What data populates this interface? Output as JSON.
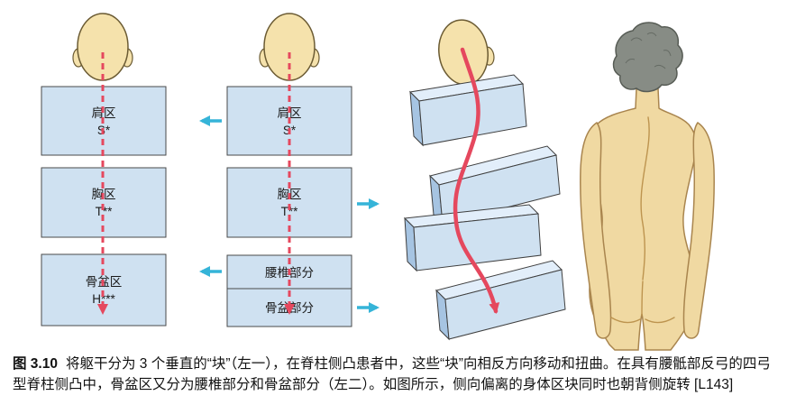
{
  "figure1": {
    "blocks": [
      {
        "label": "肩区",
        "code": "S*"
      },
      {
        "label": "胸区",
        "code": "T**"
      },
      {
        "label": "骨盆区",
        "code": "H***"
      }
    ]
  },
  "figure2": {
    "blocks": [
      {
        "label": "肩区",
        "code": "S*"
      },
      {
        "label": "胸区",
        "code": "T**"
      },
      {
        "label": "腰椎部分"
      },
      {
        "label": "骨盆部分"
      }
    ]
  },
  "caption": {
    "label": "图 3.10",
    "text": "将躯干分为 3 个垂直的“块”（左一），在脊柱侧凸患者中，这些“块”向相反方向移动和扭曲。在具有腰骶部反弓的四弓型脊柱侧凸中，骨盆区又分为腰椎部分和骨盆部分（左二）。如图所示，侧向偏离的身体区块同时也朝背侧旋转 [L143]"
  },
  "colors": {
    "block_fill": "#cfe1f1",
    "block_top_face": "#e2eefa",
    "block_side_face": "#a6c4e2",
    "spine_red": "#e5485e",
    "arrow_cyan": "#35b4d8",
    "skin": "#f5e2ac",
    "hair_gray": "#878c85"
  }
}
